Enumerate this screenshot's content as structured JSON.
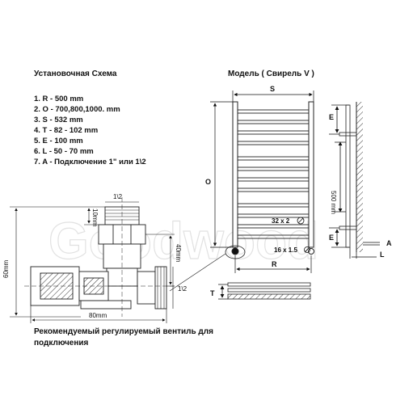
{
  "spec": {
    "title": "Установочная Схема",
    "items": [
      "1. R - 500 mm",
      "2. O - 700,800,1000. mm",
      "3. S - 532 mm",
      "4. T - 82 - 102 mm",
      "5. E - 100 mm",
      "6. L - 50 - 70 mm",
      "7. A - Подключение 1\" или 1\\2"
    ]
  },
  "model": {
    "title": "Модель ( Свирель V )"
  },
  "dims": {
    "S": "S",
    "O": "O",
    "R": "R",
    "E_top": "E",
    "E_bottom": "E",
    "A": "A",
    "L": "L",
    "T": "T",
    "height_500": "500 mm",
    "pipe_32": "32 x 2",
    "pipe_16": "16 x 1.5"
  },
  "valve": {
    "thread_top": "1\\2",
    "thread_side": "1\\2",
    "dim_10": "10mm",
    "dim_40": "40mm",
    "dim_60": "60mm",
    "dim_80": "80mm"
  },
  "recommend": {
    "line1": "Рекомендуемый регулируемый вентиль для",
    "line2": "подключения"
  },
  "watermark": "Goodwood"
}
